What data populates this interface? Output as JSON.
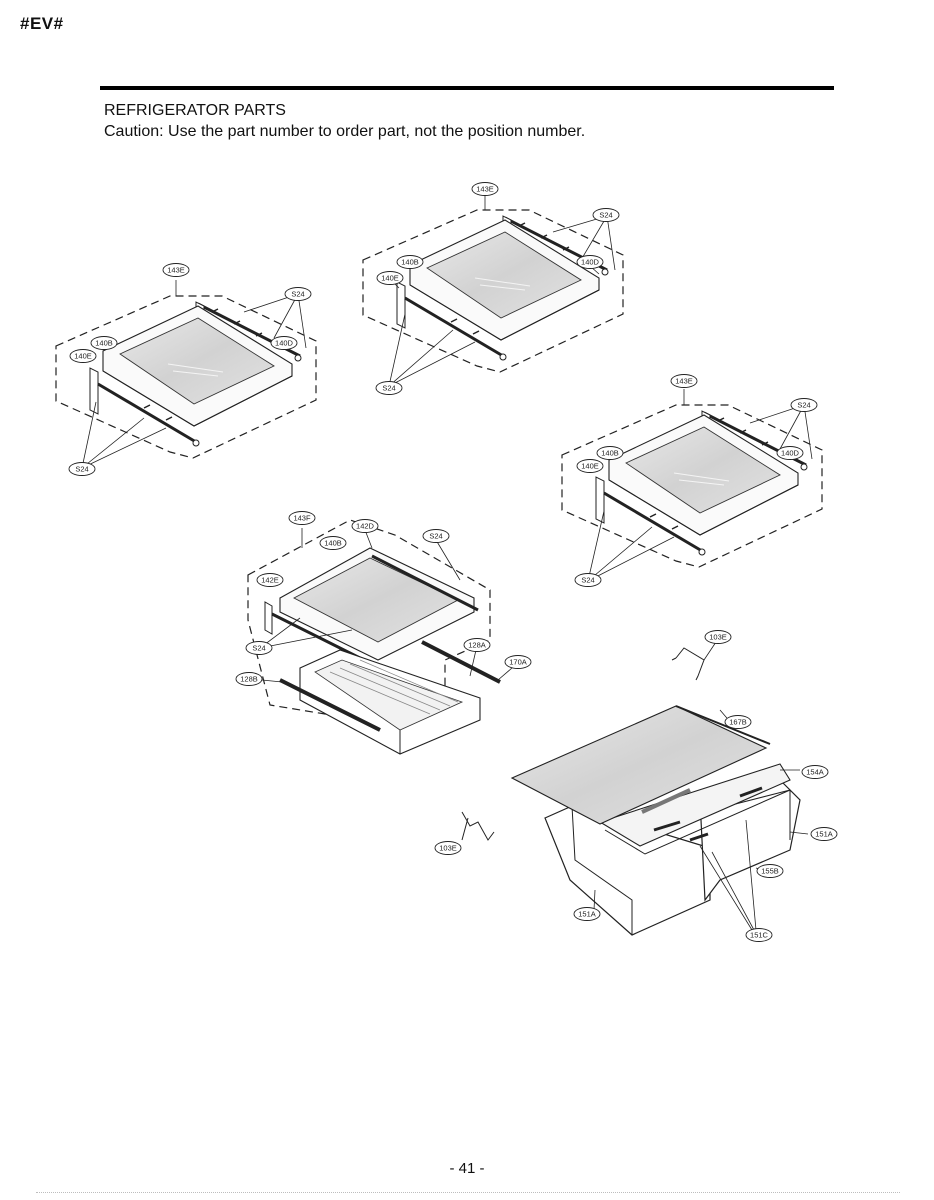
{
  "header": {
    "code": "#EV#"
  },
  "section": {
    "title": "REFRIGERATOR PARTS",
    "caution": "Caution: Use the part number to order part, not the position number."
  },
  "footer": {
    "page": "- 41 -"
  },
  "callouts": {
    "shelf_b": {
      "a": "143E",
      "b": "S24",
      "c": "140B",
      "d": "140E",
      "e": "140D",
      "f": "S24"
    },
    "shelf_a": {
      "a": "143E",
      "b": "S24",
      "c": "140B",
      "d": "140E",
      "e": "140D",
      "f": "S24"
    },
    "shelf_c": {
      "a": "143E",
      "b": "S24",
      "c": "140B",
      "d": "140E",
      "e": "140D",
      "f": "S24"
    },
    "crisper": {
      "a": "143F",
      "b": "142D",
      "c": "S24",
      "d": "140B",
      "e": "142E",
      "f": "S24",
      "g": "128A",
      "h": "170A",
      "i": "128B"
    },
    "drawers": {
      "a": "103E",
      "b": "167B",
      "c": "154A",
      "d": "151A",
      "e": "155B",
      "f": "103E",
      "g": "151A",
      "h": "151C"
    }
  }
}
